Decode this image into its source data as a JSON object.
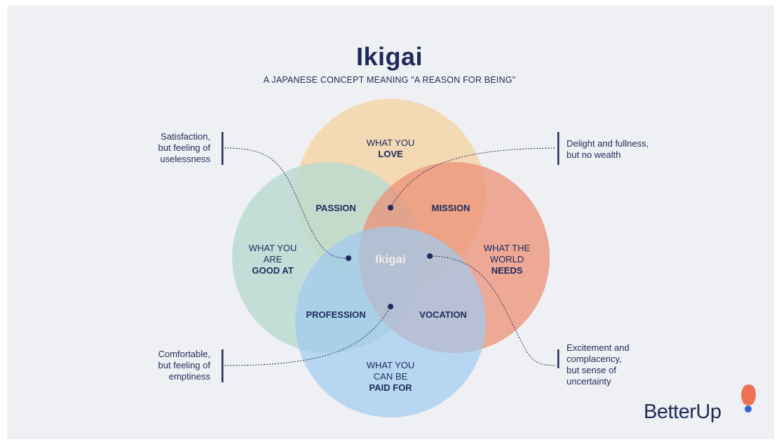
{
  "title": "Ikigai",
  "subtitle": "A JAPANESE CONCEPT MEANING \"A REASON FOR BEING\"",
  "circles": {
    "love": {
      "line1": "WHAT YOU",
      "line2": "LOVE",
      "color": "#f3d5a8"
    },
    "good_at": {
      "line1": "WHAT YOU",
      "line2": "ARE",
      "line3": "GOOD AT",
      "color": "#b8d9cf"
    },
    "world_needs": {
      "line1": "WHAT THE",
      "line2": "WORLD",
      "line3": "NEEDS",
      "color": "#ec9077"
    },
    "paid_for": {
      "line1": "WHAT YOU",
      "line2": "CAN BE",
      "line3": "PAID FOR",
      "color": "#9fcbf0"
    }
  },
  "overlaps": {
    "passion": "PASSION",
    "mission": "MISSION",
    "profession": "PROFESSION",
    "vocation": "VOCATION"
  },
  "center_label": "Ikigai",
  "notes": {
    "top_left": [
      "Satisfaction,",
      "but feeling of",
      "uselessness"
    ],
    "top_right": [
      "Delight and fullness,",
      "but no wealth"
    ],
    "bottom_left": [
      "Comfortable,",
      "but feeling of",
      "emptiness"
    ],
    "bottom_right": [
      "Excitement and",
      "complacency,",
      "but sense of",
      "uncertainty"
    ]
  },
  "logo": {
    "text": "BetterUp",
    "accent_color": "#ef7155",
    "dot_color": "#2f66d8"
  },
  "colors": {
    "text": "#1f2a5c",
    "background": "#eff0f3"
  }
}
